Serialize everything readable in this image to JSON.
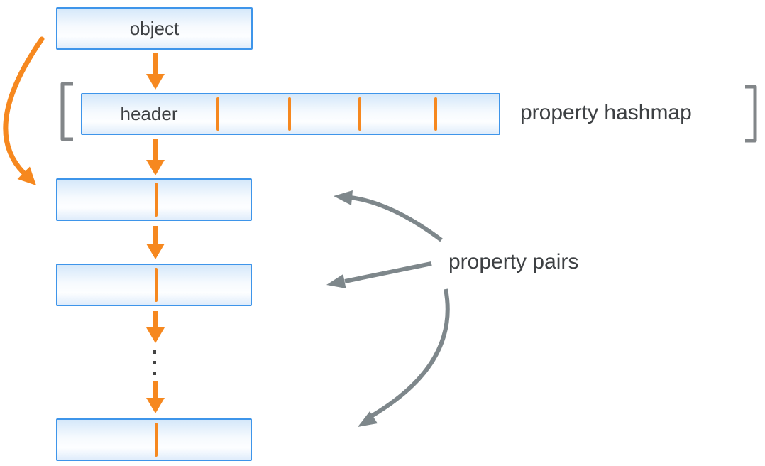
{
  "object_box": {
    "label": "object"
  },
  "hashmap": {
    "header_label": "header",
    "caption": "property hashmap",
    "cell_divider_count": 4,
    "bracketed": true
  },
  "pairs": {
    "caption": "property pairs",
    "box_count": 3,
    "each_box_cells": 2,
    "ellipsis_dot_count": 3
  },
  "flow": {
    "vertical_arrow_count": 5,
    "object_to_first_pair_curved_arrow": true,
    "gray_pointer_arrow_count": 3
  },
  "colors": {
    "box_border_blue": "#3E95EA",
    "box_fill_top": "#D5E8FA",
    "box_fill_bottom": "#E0EDFB",
    "accent_orange": "#F6881F",
    "arrow_gray": "#7E878B",
    "bracket_gray": "#828689",
    "text_dark": "#3D4043",
    "ellipsis_dark": "#434343",
    "background": "#FFFFFF"
  }
}
